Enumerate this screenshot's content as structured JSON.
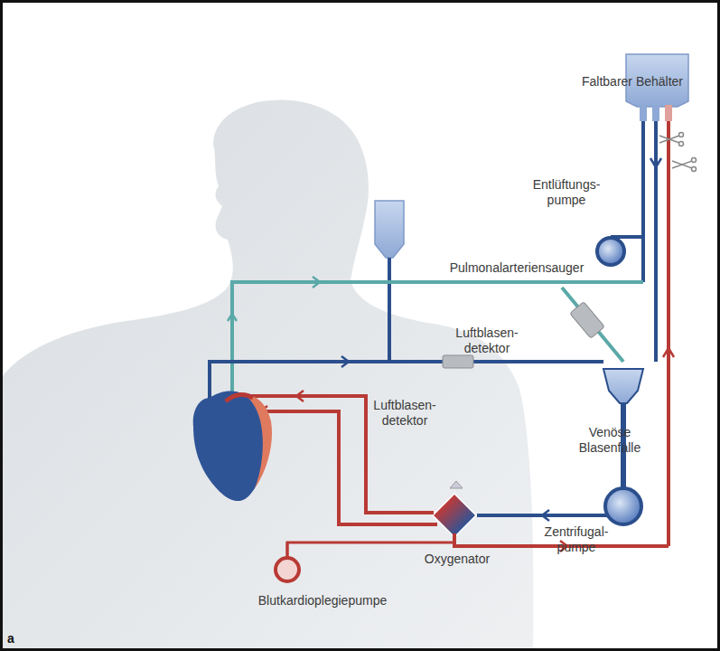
{
  "diagram": {
    "labels": [
      "Faltbarer Behälter",
      "Entlüftungs- pumpe",
      "Pulmonalarteriensauger",
      "Luftblasen- detektor",
      "Luftblasen- detektor",
      "Venöse Blasenfalle",
      "Zentrifugal- pumpe",
      "Oxygenator",
      "Blutkardioplegiepumpe",
      "a"
    ]
  }
}
